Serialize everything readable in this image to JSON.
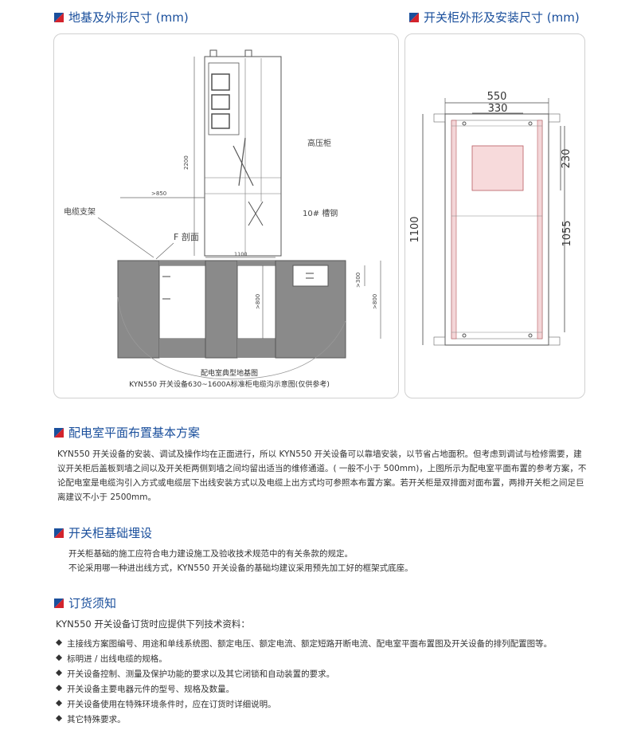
{
  "sections": {
    "foundation": {
      "title": "地基及外形尺寸 (mm)"
    },
    "cabinet": {
      "title": "开关柜外形及安装尺寸 (mm)"
    },
    "layout": {
      "title": "配电室平面布置基本方案"
    },
    "base": {
      "title": "开关柜基础埋设"
    },
    "order": {
      "title": "订货须知"
    }
  },
  "left_diagram": {
    "dim_2200": "2200",
    "dim_850": ">850",
    "dim_1100": "1100",
    "dim_300": ">300",
    "dim_800a": ">800",
    "dim_800b": ">800",
    "label_hv": "高压柜",
    "label_steel": "10# 槽钢",
    "label_cable_bracket": "电缆支架",
    "label_section": "F 剖面",
    "caption1": "配电室典型地基图",
    "caption2": "KYN550 开关设备630~1600A标准柜电缆沟示意图(仅供参考)"
  },
  "right_diagram": {
    "dim_550": "550",
    "dim_330": "330",
    "dim_230": "230",
    "dim_1100": "1100",
    "dim_1055": "1055"
  },
  "layout_paragraph": "KYN550 开关设备的安装、调试及操作均在正面进行，所以 KYN550 开关设备可以靠墙安装，以节省占地面积。但考虑到调试与检修需要，建议开关柜后盖板到墙之间以及开关柜两侧到墙之间均留出适当的维修通道。( 一般不小于 500mm)，上图所示为配电室平面布置的参考方案，不论配电室是电缆沟引入方式或电缆层下出线安装方式以及电缆上出方式均可参照本布置方案。若开关柜是双排面对面布置，两排开关柜之间足巨离建议不小于 2500mm。",
  "base_lines": [
    "开关柜基础的施工应符合电力建设施工及验收技术规范中的有关条款的规定。",
    "不论采用哪一种进出线方式，KYN550 开关设备的基础均建议采用预先加工好的框架式底座。"
  ],
  "order": {
    "intro": "KYN550 开关设备订货时应提供下列技术资料：",
    "bullet_symbol": "◆",
    "items": [
      "主接线方案图编号、用途和单线系统图、额定电压、额定电流、额定短路开断电流、配电室平面布置图及开关设备的排列配置图等。",
      "标明进 / 出线电缆的规格。",
      "开关设备控制、测量及保护功能的要求以及其它闭锁和自动装置的要求。",
      "开关设备主要电器元件的型号、规格及数量。",
      "开关设备使用在特殊环境条件时，应在订货时详细说明。",
      "其它特殊要求。"
    ]
  }
}
